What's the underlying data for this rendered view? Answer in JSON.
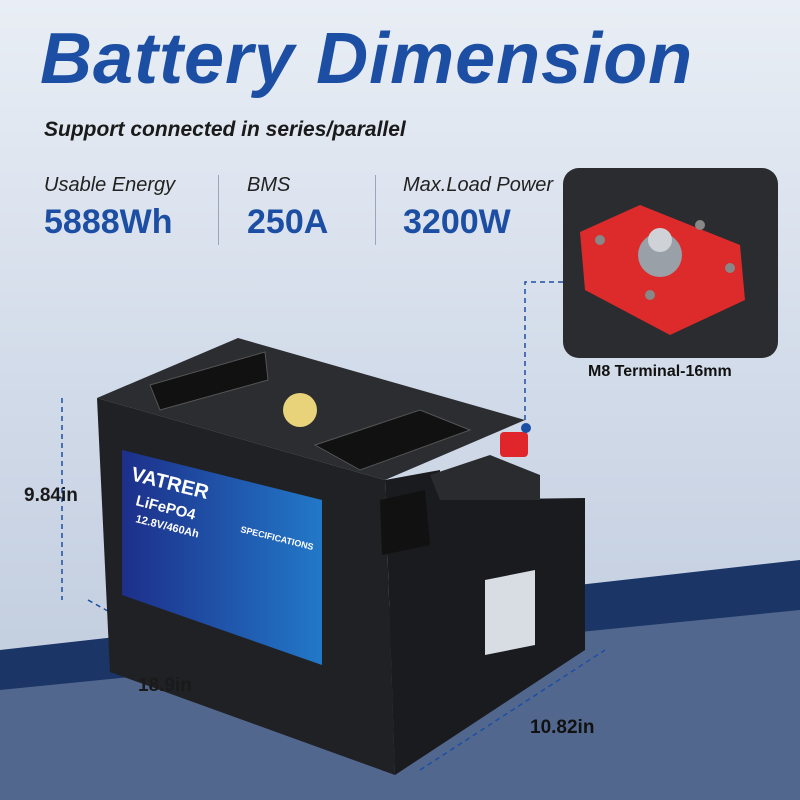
{
  "title": "Battery Dimension",
  "subtitle": "Support connected in series/parallel",
  "stats": [
    {
      "label": "Usable Energy",
      "value": "5888Wh"
    },
    {
      "label": "BMS",
      "value": "250A"
    },
    {
      "label": "Max.Load Power",
      "value": "3200W"
    }
  ],
  "terminal_caption": "M8 Terminal-16mm",
  "dimensions": {
    "height": "9.84in",
    "length": "18.9in",
    "width": "10.82in"
  },
  "battery_label": {
    "brand": "VATRER",
    "chem": "LiFePO4",
    "rating": "12.8V/460Ah",
    "spec_title": "SPECIFICATIONS"
  },
  "colors": {
    "accent": "#1c4fa3",
    "terminal": "#e0262b",
    "battery": "#232427"
  }
}
